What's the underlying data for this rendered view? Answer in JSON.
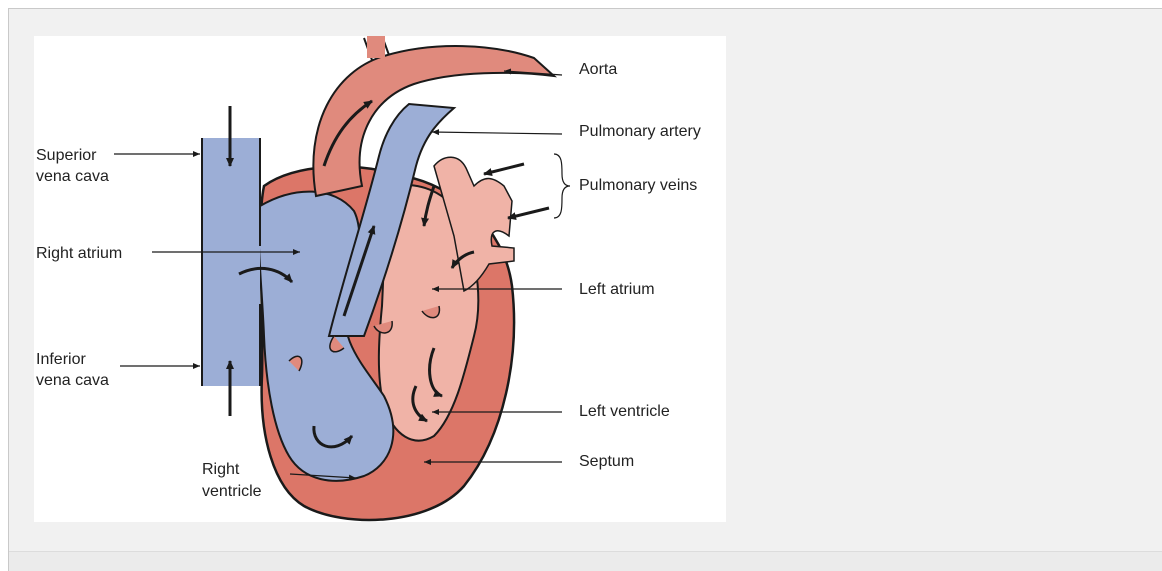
{
  "diagram": {
    "labels": {
      "aorta": "Aorta",
      "pulmonary_artery": "Pulmonary artery",
      "pulmonary_veins": "Pulmonary veins",
      "superior_vena_cava_1": "Superior",
      "superior_vena_cava_2": "vena cava",
      "right_atrium": "Right atrium",
      "left_atrium": "Left atrium",
      "inferior_vena_cava_1": "Inferior",
      "inferior_vena_cava_2": "vena cava",
      "left_ventricle": "Left ventricle",
      "septum": "Septum",
      "right_ventricle_1": "Right",
      "right_ventricle_2": "ventricle"
    },
    "colors": {
      "deoxygenated": "#9caed6",
      "oxygenated_vessel": "#e08a7d",
      "left_atrium_fill": "#f0b3a7",
      "ventricle_wall": "#dc7668",
      "outline": "#1a1a1a"
    }
  }
}
